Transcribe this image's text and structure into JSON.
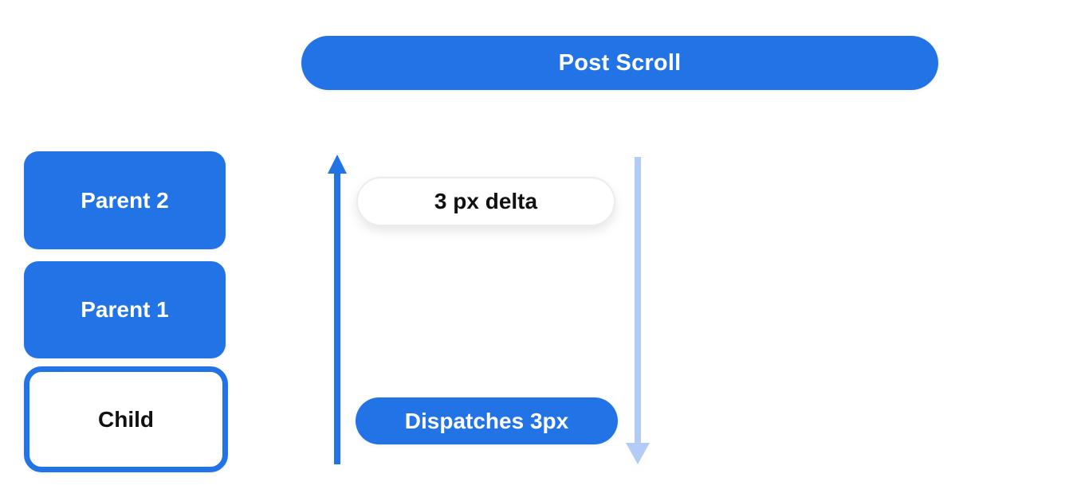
{
  "diagram": {
    "title": "Post Scroll",
    "nodes": [
      {
        "label": "Parent 2",
        "variant": "filled"
      },
      {
        "label": "Parent 1",
        "variant": "filled"
      },
      {
        "label": "Child",
        "variant": "outlined"
      }
    ],
    "flow": {
      "delta_label": "3 px delta",
      "dispatch_label": "Dispatches 3px",
      "up_arrow_icon": "up-arrow",
      "down_arrow_icon": "down-arrow"
    },
    "colors": {
      "primary_blue": "#2273e6",
      "light_blue": "#b3ccf5",
      "text_dark": "#111111",
      "text_light": "#ffffff"
    }
  }
}
